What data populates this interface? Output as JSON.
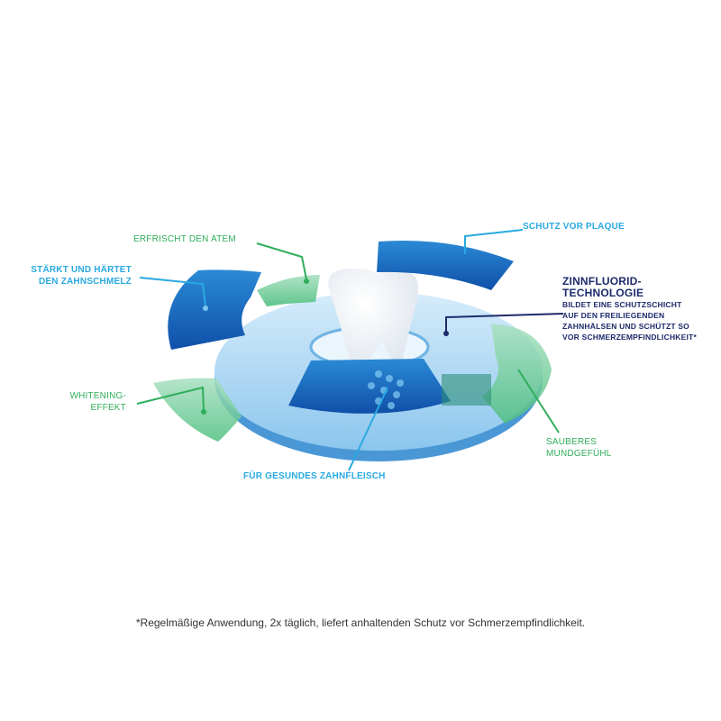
{
  "labels": {
    "erfrischt": "ERFRISCHT DEN ATEM",
    "schutz_plaque": "SCHUTZ VOR PLAQUE",
    "staerkt_1": "STÄRKT UND HÄRTET",
    "staerkt_2": "DEN ZAHNSCHMELZ",
    "zinn_title_1": "ZINNFLUORID-",
    "zinn_title_2": "TECHNOLOGIE",
    "zinn_desc_1": "BILDET EINE SCHUTZSCHICHT",
    "zinn_desc_2": "AUF DEN FREILIEGENDEN",
    "zinn_desc_3": "ZAHNHÄLSEN UND SCHÜTZT SO",
    "zinn_desc_4": "VOR SCHMERZEMPFINDLICHKEIT*",
    "whitening_1": "WHITENING-",
    "whitening_2": "EFFEKT",
    "sauberes_1": "SAUBERES",
    "sauberes_2": "MUNDGEFÜHL",
    "zahnfleisch": "FÜR GESUNDES ZAHNFLEISCH"
  },
  "footnote": "*Regelmäßige Anwendung, 2x täglich, liefert anhaltenden Schutz vor Schmerzempfindlichkeit.",
  "colors": {
    "blue": "#29a9e1",
    "green": "#2fae5a",
    "navy": "#1d2a6b"
  }
}
